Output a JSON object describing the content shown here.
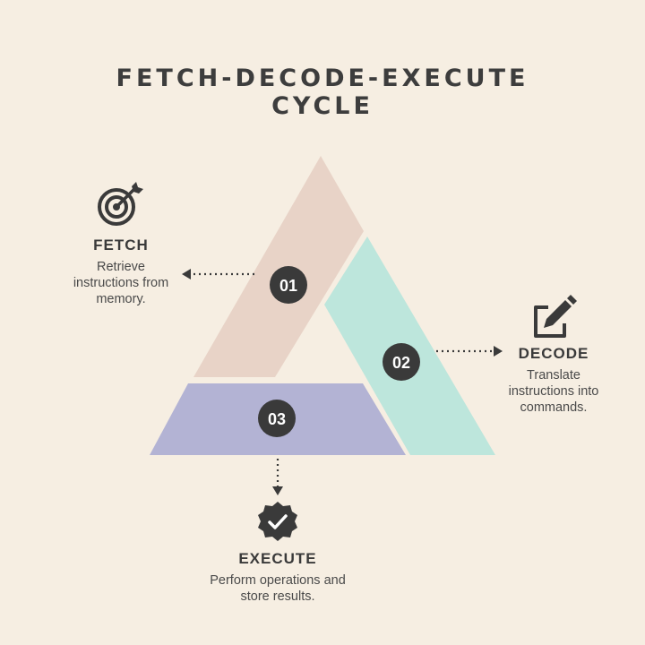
{
  "title": {
    "line1": "FETCH-DECODE-EXECUTE",
    "line2": "CYCLE"
  },
  "colors": {
    "background": "#f6eee2",
    "fetch_segment": "#e8d3c7",
    "decode_segment": "#bde6dc",
    "execute_segment": "#b3b3d4",
    "badge": "#3a3a3a",
    "text": "#3a3a3a"
  },
  "steps": [
    {
      "number": "01",
      "heading": "FETCH",
      "description_lines": [
        "Retrieve",
        "instructions from",
        "memory."
      ],
      "icon": "target-icon"
    },
    {
      "number": "02",
      "heading": "DECODE",
      "description_lines": [
        "Translate",
        "instructions into",
        "commands."
      ],
      "icon": "edit-icon"
    },
    {
      "number": "03",
      "heading": "EXECUTE",
      "description_lines": [
        "Perform operations and",
        "store results."
      ],
      "icon": "check-badge-icon"
    }
  ]
}
